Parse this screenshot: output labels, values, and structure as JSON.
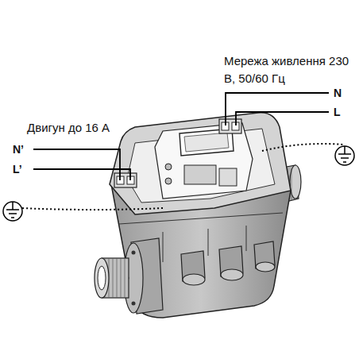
{
  "diagram": {
    "labels": [
      "Мережа живлення 230 В, 50/60 Гц",
      "N",
      "L",
      "Двигун до 16 А",
      "N’",
      "L’"
    ]
  }
}
